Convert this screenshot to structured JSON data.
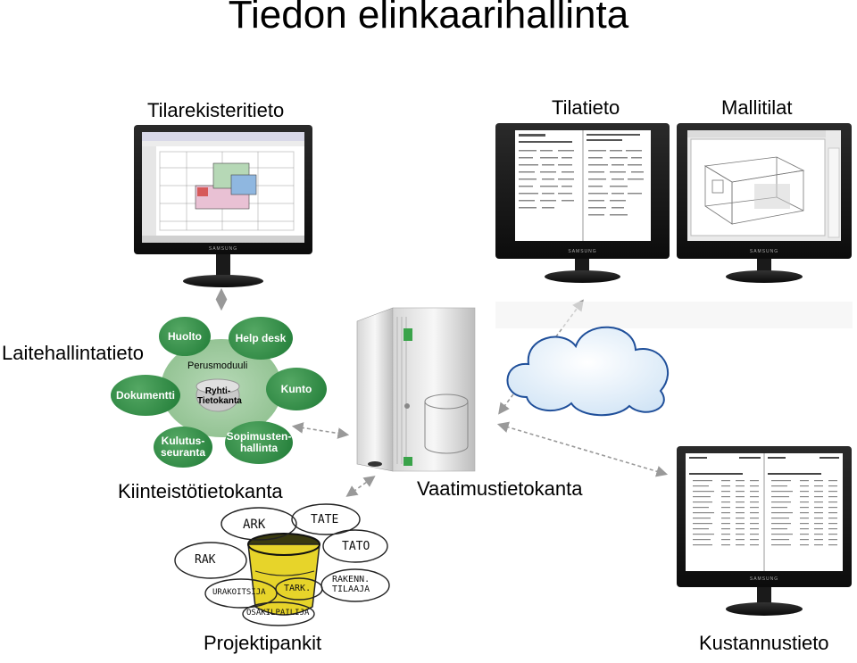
{
  "title": "Tiedon elinkaarihallinta",
  "labels": {
    "tilarekisteri": "Tilarekisteritieto",
    "tilatieto": "Tilatieto",
    "mallitilat": "Mallitilat",
    "laitehallinta": "Laitehallintatieto",
    "kiinteisto": "Kiinteistötietokanta",
    "vaatimus": "Vaatimustietokanta",
    "projektipankit": "Projektipankit",
    "kustannus": "Kustannustieto"
  },
  "module": {
    "center": "Perusmoduuli",
    "core": "Ryhti-\nTietokanta",
    "nodes": {
      "huolto": "Huolto",
      "helpdesk": "Help desk",
      "dokumentti": "Dokumentti",
      "kunto": "Kunto",
      "kulutus": "Kulutus-\nseuranta",
      "sopimus": "Sopimusten-\nhallinta"
    }
  },
  "sketch": {
    "ark": "ARK",
    "tate": "TATE",
    "rak": "RAK",
    "tato": "TATO",
    "urakoitsija": "URAKOITSIJA",
    "tark": "TARK.",
    "rakennuttaja": "RAKENN.\nTILAAJA",
    "osakilpailija": "OSAKILPAILIJA"
  },
  "monitor_brand": "SAMSUNG",
  "colors": {
    "node_green": "#2a8a3e",
    "module_bg": "#9cc59c",
    "arrow": "#888888"
  }
}
